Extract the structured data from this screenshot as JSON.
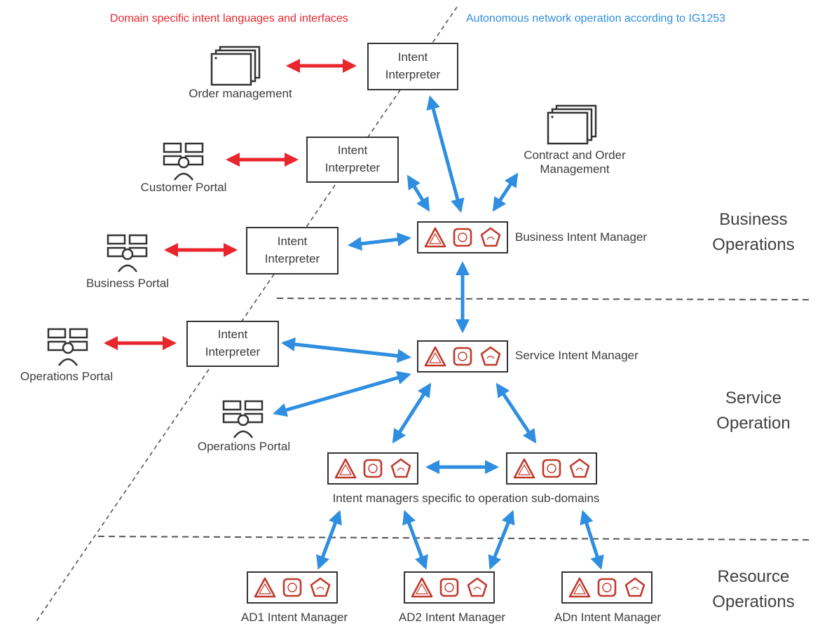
{
  "headers": {
    "left": "Domain specific intent languages and interfaces",
    "right": "Autonomous network operation according to IG1253"
  },
  "layers": {
    "business": "Business\nOperations",
    "service": "Service\nOperation",
    "resource": "Resource\nOperations"
  },
  "interpreter_label": "Intent\nInterpreter",
  "apps": {
    "order_management": "Order management",
    "contract_order_management": "Contract and Order\nManagement"
  },
  "portals": {
    "customer": "Customer Portal",
    "business": "Business Portal",
    "operations_outer": "Operations Portal",
    "operations_inner": "Operations Portal"
  },
  "managers": {
    "business": "Business Intent Manager",
    "service": "Service Intent Manager",
    "subdomain": "Intent managers specific to operation sub-domains",
    "ad1": "AD1 Intent Manager",
    "ad2": "AD2 Intent Manager",
    "adn": "ADn Intent Manager"
  },
  "icons": {
    "portal": "portal-icon",
    "application": "application-window-icon",
    "manager": [
      "triangle-icon",
      "rounded-square-icon",
      "pentagon-icon"
    ]
  },
  "colors": {
    "red_arrow": "#e8262c",
    "blue_arrow": "#2f8ee0",
    "manager_icon": "#c0392b"
  }
}
